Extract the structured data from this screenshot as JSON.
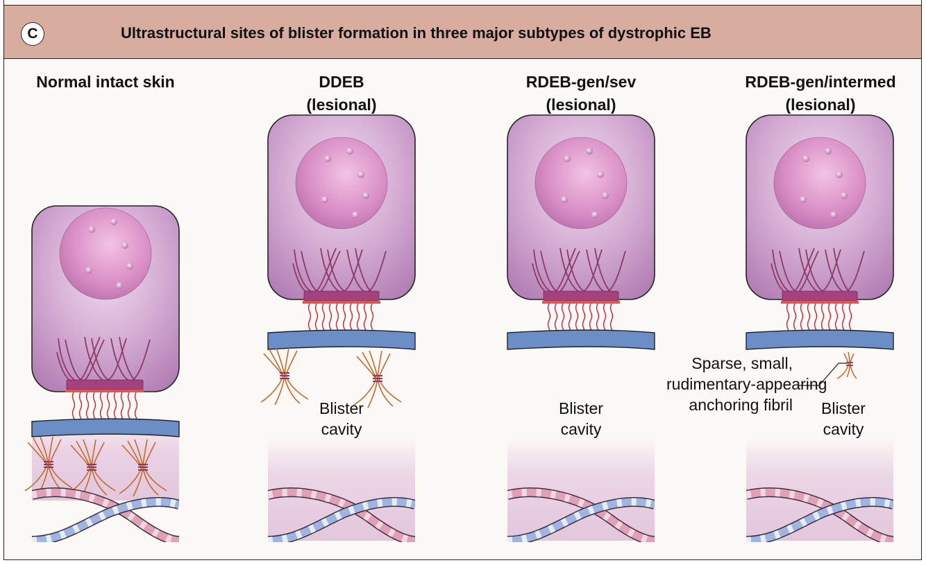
{
  "header": {
    "panel_letter": "C",
    "title": "Ultrastructural sites of blister formation in three major subtypes of dystrophic EB"
  },
  "columns": [
    {
      "title_line1": "Normal intact skin",
      "title_line2": ""
    },
    {
      "title_line1": "DDEB",
      "title_line2": "(lesional)"
    },
    {
      "title_line1": "RDEB-gen/sev",
      "title_line2": "(lesional)"
    },
    {
      "title_line1": "RDEB-gen/intermed",
      "title_line2": "(lesional)"
    }
  ],
  "labels": {
    "blister_cavity_line1": "Blister",
    "blister_cavity_line2": "cavity",
    "annotation_line1": "Sparse, small,",
    "annotation_line2": "rudimentary-appearing",
    "annotation_line3": "anchoring fibril"
  },
  "colors": {
    "header_bg": "#d9aca0",
    "cell": "#c79ac4",
    "nucleus": "#d78fc4",
    "keratin": "#8b3a64",
    "hemidesmosome": "#a3427e",
    "anchoring_filament": "#c0323e",
    "lamina_densa": "#6c8ec8",
    "anchoring_fibril": "#c06a2c",
    "collagen_pink": "#e0a0b8",
    "collagen_blue": "#9fb4de"
  }
}
